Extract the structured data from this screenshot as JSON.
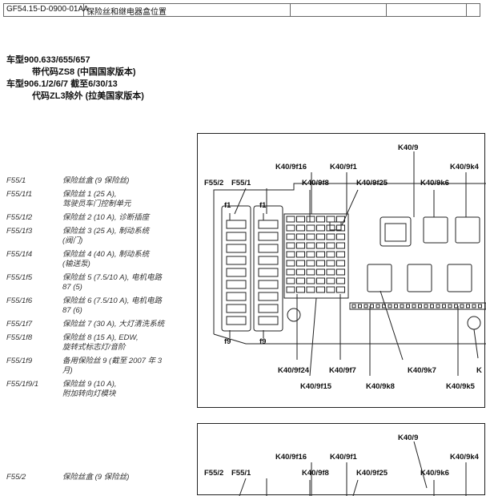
{
  "header": {
    "doc_code": "GF54.15-D-0900-01AA",
    "doc_title": "保险丝和继电器盒位置"
  },
  "models": [
    {
      "text": "车型900.633/655/657",
      "indent": false
    },
    {
      "text": "带代码ZS8 (中国国家版本)",
      "indent": true
    },
    {
      "text": "车型906.1/2/6/7 截至6/30/13",
      "indent": false
    },
    {
      "text": "代码ZL3除外 (拉美国家版本)",
      "indent": true
    }
  ],
  "legend": [
    {
      "code": "F55/1",
      "desc": "保险丝盒 (9 保险丝)"
    },
    {
      "code": "F55/1f1",
      "desc": "保险丝 1 (25 A),\n驾驶员车门控制单元"
    },
    {
      "code": "F55/1f2",
      "desc": "保险丝 2 (10 A), 诊断插座"
    },
    {
      "code": "F55/1f3",
      "desc": "保险丝 3 (25 A), 制动系统\n(阀门)"
    },
    {
      "code": "F55/1f4",
      "desc": "保险丝 4 (40 A), 制动系统\n(输送泵)"
    },
    {
      "code": "F55/1f5",
      "desc": "保险丝 5 (7.5/10 A), 电机电路\n87 (5)"
    },
    {
      "code": "F55/1f6",
      "desc": "保险丝 6 (7.5/10 A), 电机电路\n87 (6)"
    },
    {
      "code": "F55/1f7",
      "desc": "保险丝 7 (30 A), 大灯清洗系统"
    },
    {
      "code": "F55/1f8",
      "desc": "保险丝 8 (15 A), EDW,\n旋转式标志灯/音阶"
    },
    {
      "code": "F55/1f9",
      "desc": "备用保险丝 9 (截至 2007 年 3\n月)"
    },
    {
      "code": "F55/1f9/1",
      "desc": "保险丝 9 (10 A),\n附加转向灯模块"
    }
  ],
  "legend2": [
    {
      "code": "F55/2",
      "desc": "保险丝盒 (9 保险丝)"
    }
  ],
  "diagram_labels": {
    "k40_9": "K40/9",
    "k40_9f16": "K40/9f16",
    "k40_9f1": "K40/9f1",
    "k40_9k4": "K40/9k4",
    "f55_2": "F55/2",
    "f55_1": "F55/1",
    "k40_9f8": "K40/9f8",
    "k40_9f25": "K40/9f25",
    "k40_9k6": "K40/9k6",
    "f1a": "f1",
    "f1b": "f1",
    "f9a": "f9",
    "f9b": "f9",
    "k40_9f24": "K40/9f24",
    "k40_9f7": "K40/9f7",
    "k40_9k7": "K40/9k7",
    "k_partial": "K",
    "k40_9f15": "K40/9f15",
    "k40_9k8": "K40/9k8",
    "k40_9k5": "K40/9k5"
  }
}
